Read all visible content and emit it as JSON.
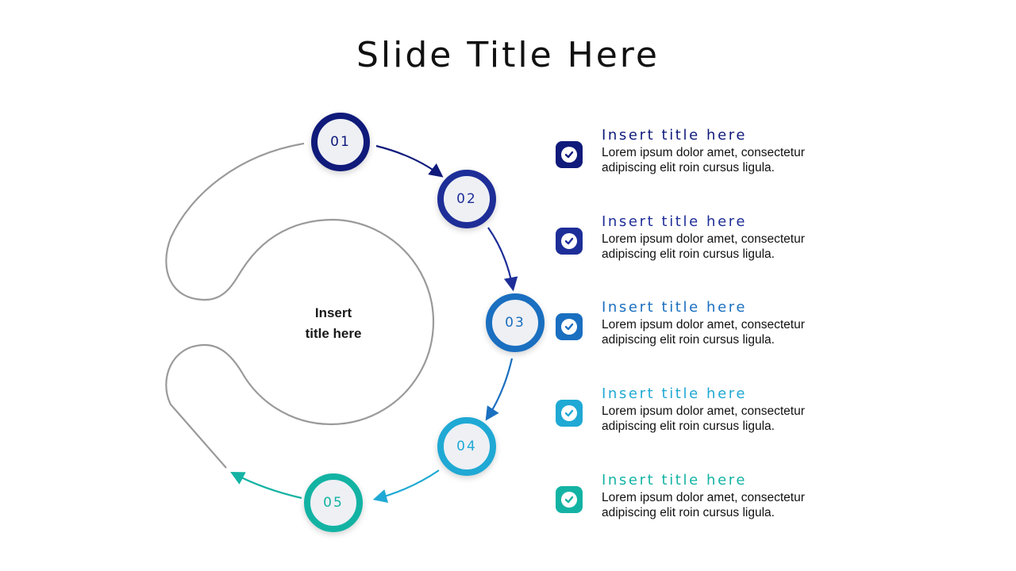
{
  "slide": {
    "title": "Slide Title Here"
  },
  "center": {
    "line1": "Insert",
    "line2": "title here"
  },
  "colors": {
    "step1": "#0f1a7a",
    "step2": "#1e2e98",
    "step3": "#1a6fc0",
    "step4": "#1fa9d4",
    "step5": "#13b3a4",
    "outline": "#9a9a9a"
  },
  "steps": [
    {
      "number": "01",
      "title": "Insert title here",
      "body": "Lorem ipsum dolor amet, consectetur adipiscing elit roin cursus ligula.",
      "icon": "check-icon"
    },
    {
      "number": "02",
      "title": "Insert title here",
      "body": "Lorem ipsum dolor amet, consectetur adipiscing elit roin cursus ligula.",
      "icon": "check-icon"
    },
    {
      "number": "03",
      "title": "Insert title here",
      "body": "Lorem ipsum dolor amet, consectetur adipiscing elit roin cursus ligula.",
      "icon": "check-icon"
    },
    {
      "number": "04",
      "title": "Insert title here",
      "body": "Lorem ipsum dolor amet, consectetur adipiscing elit roin cursus ligula.",
      "icon": "check-icon"
    },
    {
      "number": "05",
      "title": "Insert title here",
      "body": "Lorem ipsum dolor amet, consectetur adipiscing elit roin cursus ligula.",
      "icon": "check-icon"
    }
  ]
}
